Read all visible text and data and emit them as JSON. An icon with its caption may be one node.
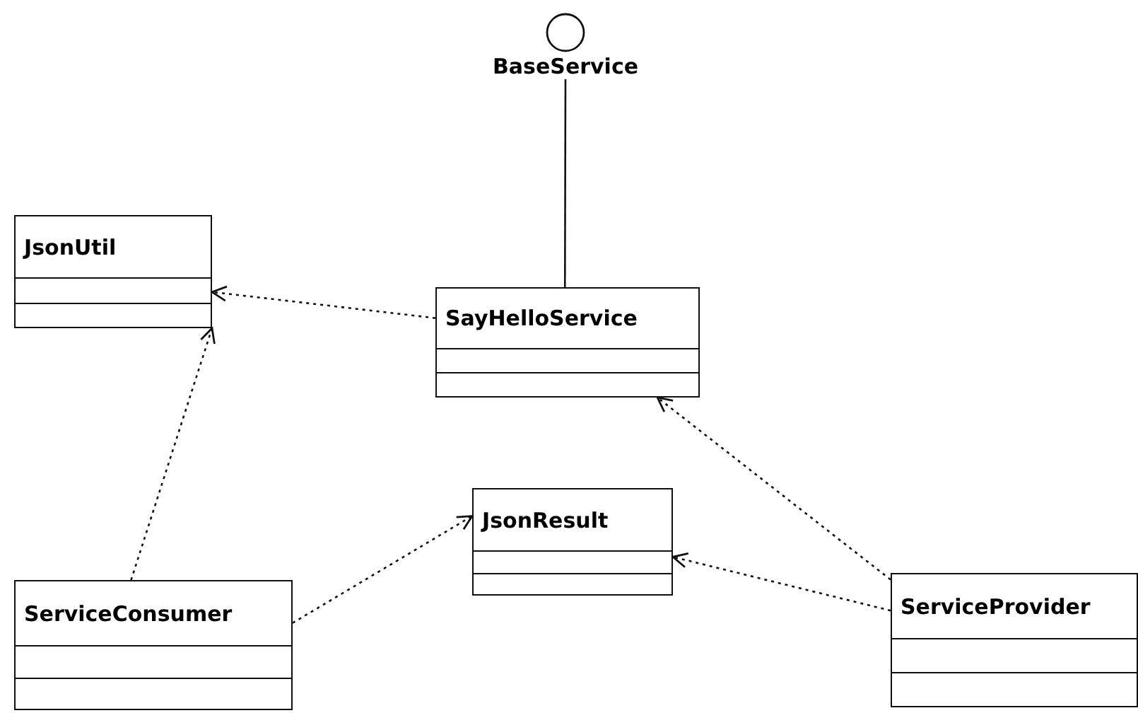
{
  "diagram": {
    "nodes": [
      {
        "text": [
          "BaseService"
        ]
      },
      {
        "text": [
          "JsonUtil"
        ]
      },
      {
        "text": [
          "SayHelloService"
        ]
      },
      {
        "text": [
          "JsonResult"
        ]
      },
      {
        "text": [
          "ServiceConsumer"
        ]
      },
      {
        "text": [
          "ServiceProvider"
        ]
      }
    ],
    "edges": [
      {
        "from": 0,
        "to": 2,
        "arrow": "none"
      },
      {
        "from": 2,
        "to": 1,
        "arrow": "to",
        "style": "dashed"
      },
      {
        "from": 4,
        "to": 1,
        "arrow": "to",
        "style": "dashed"
      },
      {
        "from": 4,
        "to": 3,
        "arrow": "to",
        "style": "dashed"
      },
      {
        "from": 5,
        "to": 2,
        "arrow": "to",
        "style": "dashed"
      },
      {
        "from": 5,
        "to": 3,
        "arrow": "to",
        "style": "dashed"
      }
    ]
  }
}
